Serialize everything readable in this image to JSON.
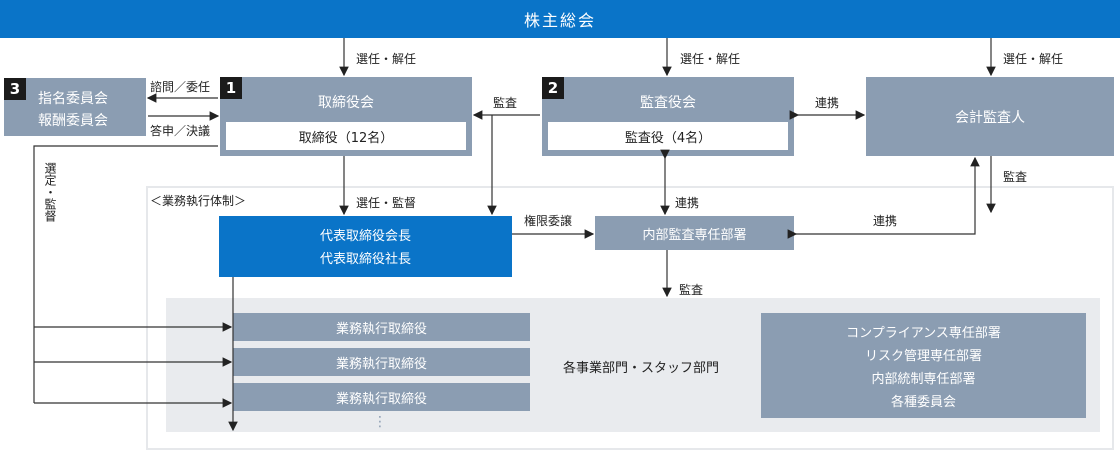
{
  "top": {
    "title": "株主総会"
  },
  "badges": [
    "3",
    "1",
    "2"
  ],
  "boxes": {
    "nomination": [
      "指名委員会",
      "報酬委員会"
    ],
    "board": {
      "title": "取締役会",
      "members": "取締役（12名）"
    },
    "audit": {
      "title": "監査役会",
      "members": "監査役（4名）"
    },
    "accounting_auditor": "会計監査人",
    "representative": [
      "代表取締役会長",
      "代表取締役社長"
    ],
    "internal_audit": "内部監査専任部署",
    "executive_officer": "業務執行取締役",
    "divisions": "各事業部門・スタッフ部門",
    "compliance": [
      "コンプライアンス専任部署",
      "リスク管理専任部署",
      "内部統制専任部署",
      "各種委員会"
    ],
    "ellipsis": "⋮"
  },
  "labels": {
    "elect_dismiss": "選任・解任",
    "consult": "諮問／委任",
    "report": "答申／決議",
    "audit": "監査",
    "cooperation": "連携",
    "elect_supervise": "選任・監督",
    "delegation": "権限委譲",
    "left_vertical": "選定・監督",
    "execution_system": "＜業務執行体制＞"
  },
  "colors": {
    "primary_blue": "#0a74c8",
    "box_gray": "#8b9db2",
    "panel_gray": "#e9ebee"
  }
}
